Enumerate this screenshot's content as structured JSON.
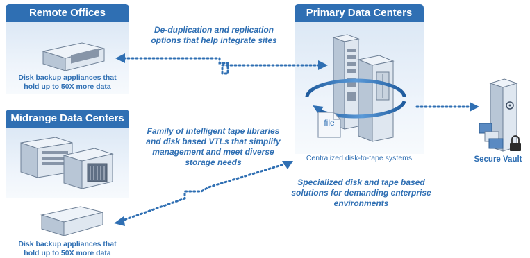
{
  "remote": {
    "title": "Remote Offices",
    "caption_line1": "Disk backup appliances that",
    "caption_line2": "hold up to 50X more data"
  },
  "midrange": {
    "title": "Midrange Data Centers",
    "caption_line1": "Disk backup appliances that",
    "caption_line2": "hold up to 50X more data"
  },
  "primary": {
    "title": "Primary Data Centers",
    "caption": "Centralized disk-to-tape systems",
    "file_label": "file"
  },
  "vault": {
    "title": "Secure Vault"
  },
  "notes": {
    "dedup_line1": "De-duplication and replication",
    "dedup_line2": "options that help integrate sites",
    "family_line1": "Family of intelligent tape libraries",
    "family_line2": "and disk based VTLs that simplify",
    "family_line3": "management and meet diverse",
    "family_line4": "storage needs",
    "specialized_line1": "Specialized disk and tape based",
    "specialized_line2": "solutions for demanding enterprise",
    "specialized_line3": "environments"
  },
  "colors": {
    "brand_blue": "#2f6fb3",
    "panel_light": "#dce8f5"
  }
}
